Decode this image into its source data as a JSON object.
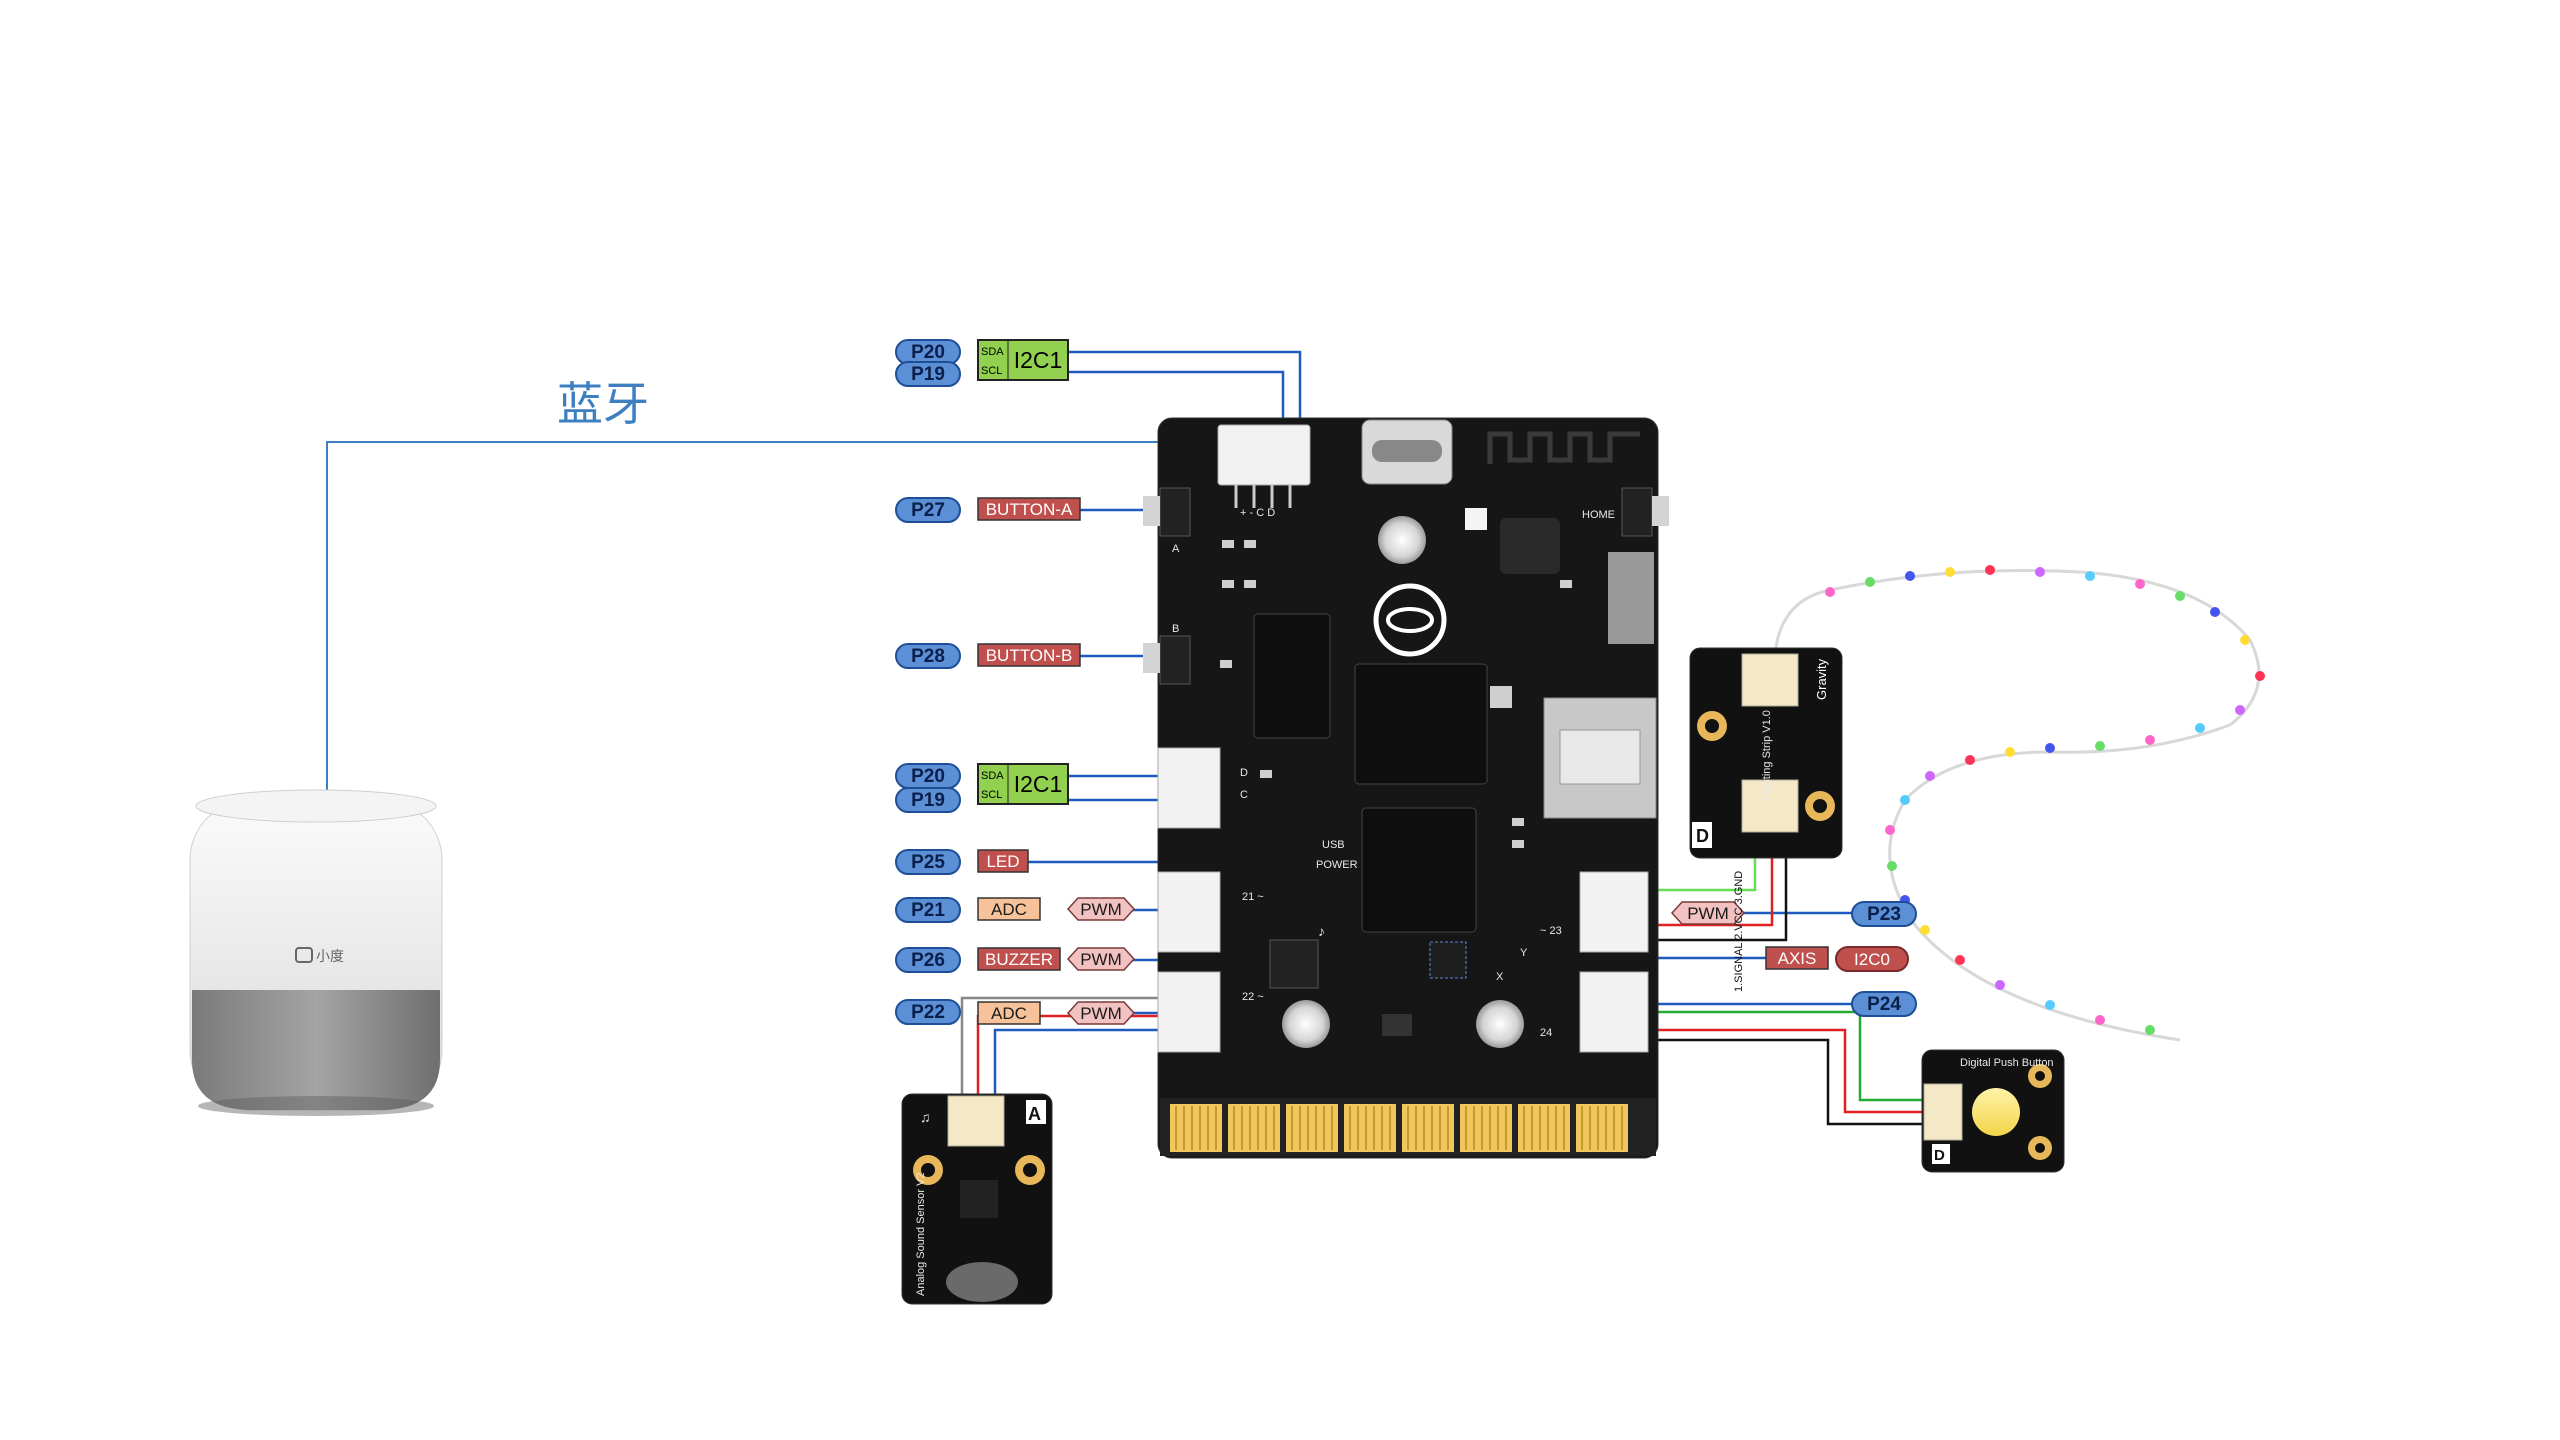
{
  "bluetooth_label": "蓝牙",
  "speaker": {
    "brand": "小度"
  },
  "board_silk": {
    "conn_top": "+ - C D",
    "home": "HOME",
    "btn_a": "A",
    "btn_b": "B",
    "i2c_d": "D",
    "i2c_c": "C",
    "usb": "USB",
    "power": "POWER",
    "p21": "21 ~",
    "p22": "22 ~",
    "p23": "~ 23",
    "p24": "24",
    "axis_y": "Y",
    "axis_x": "X"
  },
  "pins": {
    "top_sda_pin": "P20",
    "top_scl_pin": "P19",
    "btn_a_pin": "P27",
    "btn_b_pin": "P28",
    "mid_sda_pin": "P20",
    "mid_scl_pin": "P19",
    "led_pin": "P25",
    "adc_pin": "P21",
    "buzzer_pin": "P26",
    "sound_pin": "P22",
    "led_strip_pin": "P23",
    "push_btn_pin": "P24"
  },
  "tags": {
    "i2c": "I2C1",
    "sda": "SDA",
    "scl": "SCL",
    "button_a": "BUTTON-A",
    "button_b": "BUTTON-B",
    "led": "LED",
    "adc": "ADC",
    "pwm": "PWM",
    "buzzer": "BUZZER",
    "axis": "AXIS",
    "i2c0": "I2C0"
  },
  "modules": {
    "led_strip": {
      "brand": "Gravity",
      "desc": "Lighting Strip V1.0",
      "type_badge": "D",
      "pinout": "1.SIGNAL 2.VCC 3.GND"
    },
    "sound_sensor": {
      "desc": "Analog Sound Sensor V2",
      "type_badge": "A"
    },
    "push_button": {
      "desc": "Digital Push Button",
      "type_badge": "D"
    }
  },
  "colors": {
    "pin_fill": "#5b8fd6",
    "pin_stroke": "#1e4e96",
    "red_tag": "#c0504d",
    "pink_tag": "#f2c1c1",
    "orange_tag": "#f7c29a",
    "i2c_green": "#92d050",
    "wire_blue": "#1f5bbf",
    "pcb": "#161616",
    "gold": "#f0c75e"
  }
}
